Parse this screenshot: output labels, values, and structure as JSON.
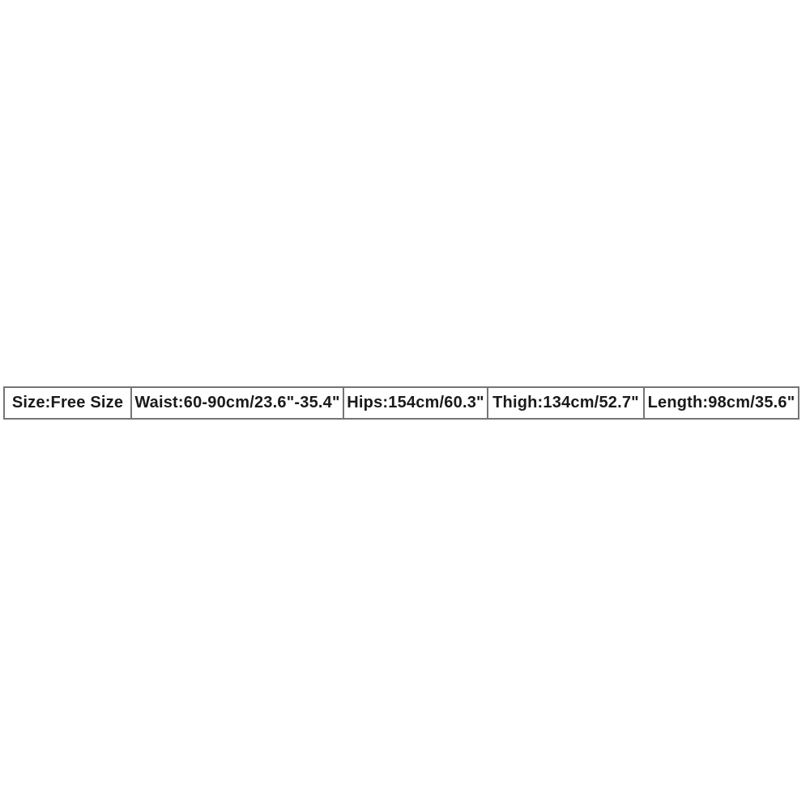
{
  "page": {
    "background_color": "#ffffff",
    "description": "Product size chart strip on blank white canvas"
  },
  "size_table": {
    "border_color": "#757575",
    "text_color": "#1a1a1a",
    "cells": [
      {
        "key": "size",
        "label": "Size:Free Size"
      },
      {
        "key": "waist",
        "label": "Waist:60-90cm/23.6\"-35.4\""
      },
      {
        "key": "hips",
        "label": "Hips:154cm/60.3\""
      },
      {
        "key": "thigh",
        "label": "Thigh:134cm/52.7\""
      },
      {
        "key": "length",
        "label": "Length:98cm/35.6\""
      }
    ]
  }
}
